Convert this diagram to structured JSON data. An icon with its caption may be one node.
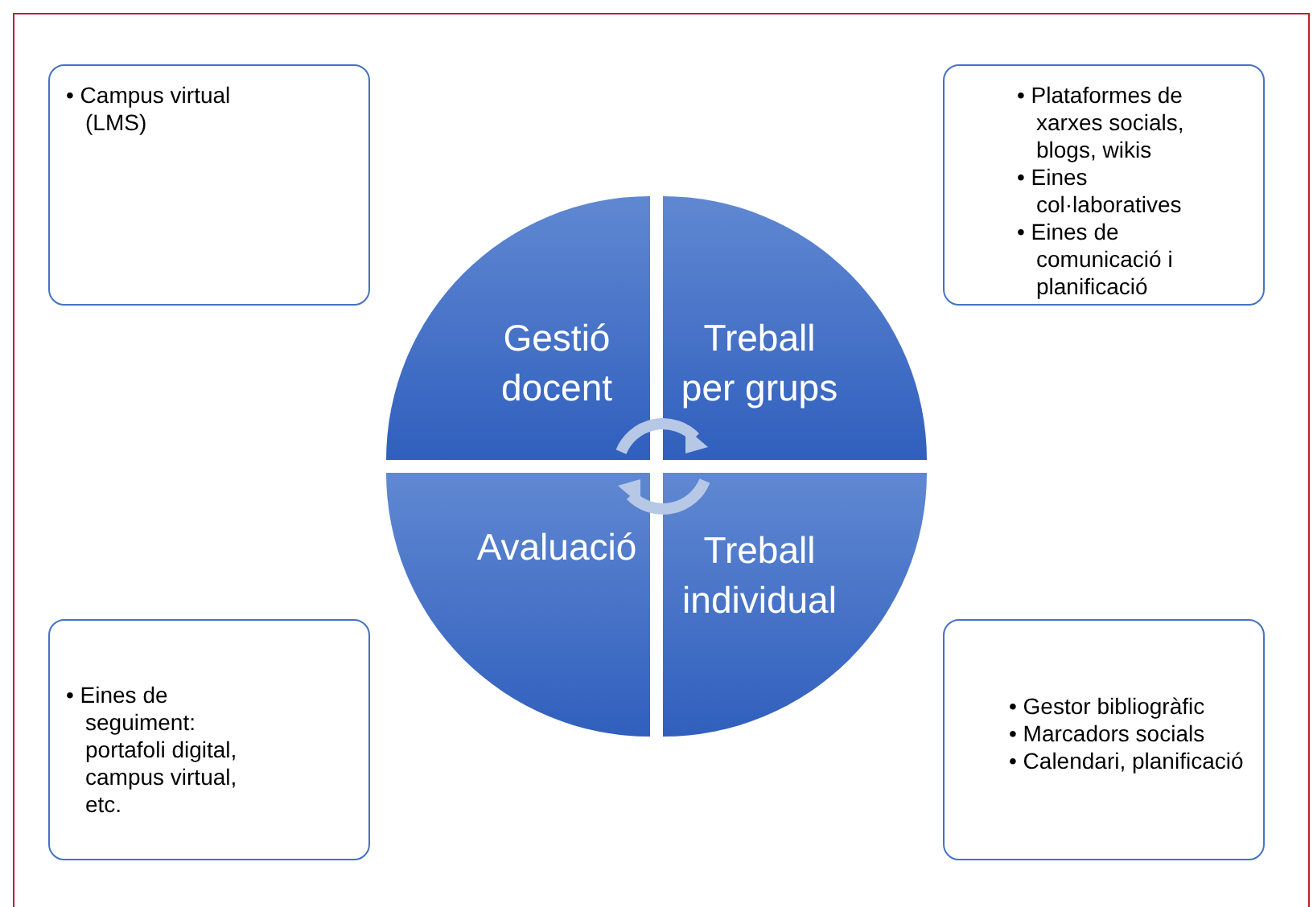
{
  "diagram": {
    "nodes": [
      {
        "text": [
          "• Campus virtual (LMS)"
        ]
      },
      {
        "text": [
          "• Plataformes de xarxes socials, blogs, wikis",
          "• Eines col·laboratives",
          "• Eines de comunicació i planificació"
        ]
      },
      {
        "text": [
          "Gestió docent"
        ]
      },
      {
        "text": [
          "Treball per grups"
        ]
      },
      {
        "text": [
          "Avaluació"
        ]
      },
      {
        "text": [
          "Treball individual"
        ]
      },
      {
        "text": [
          "• Eines de seguiment: portafoli digital, campus virtual, etc."
        ]
      },
      {
        "text": [
          "• Gestor bibliogràfic",
          "• Marcadors socials",
          "• Calendari, planificació"
        ]
      }
    ]
  }
}
